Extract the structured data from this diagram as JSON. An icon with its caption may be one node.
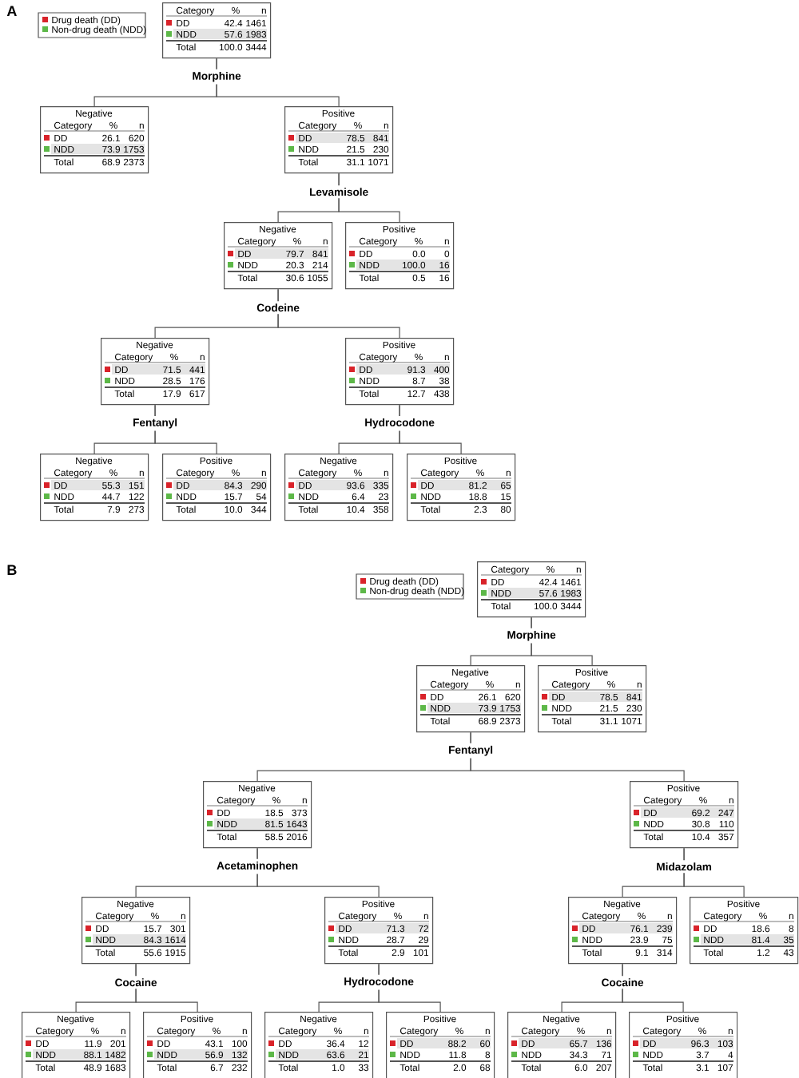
{
  "diagram": {
    "nodes": [
      {
        "text": [
          "Category",
          "%",
          "n",
          "DD",
          "42.4",
          "1461",
          "NDD",
          "57.6",
          "1983",
          "Total",
          "100.0",
          "3444"
        ],
        "beside": [
          "Morphine"
        ]
      },
      {
        "text": [
          "Negative",
          "Category",
          "%",
          "n",
          "DD",
          "26.1",
          "620",
          "NDD",
          "73.9",
          "1753",
          "Total",
          "68.9",
          "2373"
        ]
      },
      {
        "text": [
          "Positive",
          "Category",
          "%",
          "n",
          "DD",
          "78.5",
          "841",
          "NDD",
          "21.5",
          "230",
          "Total",
          "31.1",
          "1071"
        ],
        "beside": [
          "Levamisole"
        ]
      },
      {
        "text": [
          "Negative",
          "Category",
          "%",
          "n",
          "DD",
          "79.7",
          "841",
          "NDD",
          "20.3",
          "214",
          "Total",
          "30.6",
          "1055"
        ],
        "beside": [
          "Codeine"
        ]
      },
      {
        "text": [
          "Positive",
          "Category",
          "%",
          "n",
          "DD",
          "0.0",
          "0",
          "NDD",
          "100.0",
          "16",
          "Total",
          "0.5",
          "16"
        ]
      },
      {
        "text": [
          "Negative",
          "Category",
          "%",
          "n",
          "DD",
          "71.5",
          "441",
          "NDD",
          "28.5",
          "176",
          "Total",
          "17.9",
          "617"
        ],
        "beside": [
          "Fentanyl"
        ]
      },
      {
        "text": [
          "Positive",
          "Category",
          "%",
          "n",
          "DD",
          "91.3",
          "400",
          "NDD",
          "8.7",
          "38",
          "Total",
          "12.7",
          "438"
        ],
        "beside": [
          "Hydrocodone"
        ]
      },
      {
        "text": [
          "Negative",
          "Category",
          "%",
          "n",
          "DD",
          "55.3",
          "151",
          "NDD",
          "44.7",
          "122",
          "Total",
          "7.9",
          "273"
        ]
      },
      {
        "text": [
          "Positive",
          "Category",
          "%",
          "n",
          "DD",
          "84.3",
          "290",
          "NDD",
          "15.7",
          "54",
          "Total",
          "10.0",
          "344"
        ]
      },
      {
        "text": [
          "Negative",
          "Category",
          "%",
          "n",
          "DD",
          "93.6",
          "335",
          "NDD",
          "6.4",
          "23",
          "Total",
          "10.4",
          "358"
        ]
      },
      {
        "text": [
          "Positive",
          "Category",
          "%",
          "n",
          "DD",
          "81.2",
          "65",
          "NDD",
          "18.8",
          "15",
          "Total",
          "2.3",
          "80"
        ]
      },
      {
        "text": [
          "Category",
          "%",
          "n",
          "DD",
          "42.4",
          "1461",
          "NDD",
          "57.6",
          "1983",
          "Total",
          "100.0",
          "3444"
        ],
        "beside": [
          "Morphine"
        ]
      },
      {
        "text": [
          "Negative",
          "Category",
          "%",
          "n",
          "DD",
          "26.1",
          "620",
          "NDD",
          "73.9",
          "1753",
          "Total",
          "68.9",
          "2373"
        ],
        "beside": [
          "Fentanyl"
        ]
      },
      {
        "text": [
          "Positive",
          "Category",
          "%",
          "n",
          "DD",
          "78.5",
          "841",
          "NDD",
          "21.5",
          "230",
          "Total",
          "31.1",
          "1071"
        ]
      },
      {
        "text": [
          "Negative",
          "Category",
          "%",
          "n",
          "DD",
          "18.5",
          "373",
          "NDD",
          "81.5",
          "1643",
          "Total",
          "58.5",
          "2016"
        ],
        "beside": [
          "Acetaminophen"
        ]
      },
      {
        "text": [
          "Positive",
          "Category",
          "%",
          "n",
          "DD",
          "69.2",
          "247",
          "NDD",
          "30.8",
          "110",
          "Total",
          "10.4",
          "357"
        ],
        "beside": [
          "Midazolam"
        ]
      },
      {
        "text": [
          "Negative",
          "Category",
          "%",
          "n",
          "DD",
          "15.7",
          "301",
          "NDD",
          "84.3",
          "1614",
          "Total",
          "55.6",
          "1915"
        ],
        "beside": [
          "Cocaine"
        ]
      },
      {
        "text": [
          "Positive",
          "Category",
          "%",
          "n",
          "DD",
          "71.3",
          "72",
          "NDD",
          "28.7",
          "29",
          "Total",
          "2.9",
          "101"
        ],
        "beside": [
          "Hydrocodone"
        ]
      },
      {
        "text": [
          "Negative",
          "Category",
          "%",
          "n",
          "DD",
          "76.1",
          "239",
          "NDD",
          "23.9",
          "75",
          "Total",
          "9.1",
          "314"
        ],
        "beside": [
          "Cocaine"
        ]
      },
      {
        "text": [
          "Positive",
          "Category",
          "%",
          "n",
          "DD",
          "18.6",
          "8",
          "NDD",
          "81.4",
          "35",
          "Total",
          "1.2",
          "43"
        ]
      },
      {
        "text": [
          "Negative",
          "Category",
          "%",
          "n",
          "DD",
          "11.9",
          "201",
          "NDD",
          "88.1",
          "1482",
          "Total",
          "48.9",
          "1683"
        ]
      },
      {
        "text": [
          "Positive",
          "Category",
          "%",
          "n",
          "DD",
          "43.1",
          "100",
          "NDD",
          "56.9",
          "132",
          "Total",
          "6.7",
          "232"
        ]
      },
      {
        "text": [
          "Negative",
          "Category",
          "%",
          "n",
          "DD",
          "36.4",
          "12",
          "NDD",
          "63.6",
          "21",
          "Total",
          "1.0",
          "33"
        ]
      },
      {
        "text": [
          "Positive",
          "Category",
          "%",
          "n",
          "DD",
          "88.2",
          "60",
          "NDD",
          "11.8",
          "8",
          "Total",
          "2.0",
          "68"
        ]
      },
      {
        "text": [
          "Negative",
          "Category",
          "%",
          "n",
          "DD",
          "65.7",
          "136",
          "NDD",
          "34.3",
          "71",
          "Total",
          "6.0",
          "207"
        ]
      },
      {
        "text": [
          "Positive",
          "Category",
          "%",
          "n",
          "DD",
          "96.3",
          "103",
          "NDD",
          "3.7",
          "4",
          "Total",
          "3.1",
          "107"
        ]
      }
    ],
    "edges": [
      {
        "from": 0,
        "to": 1,
        "arrow": "none"
      },
      {
        "from": 0,
        "to": 2,
        "arrow": "none"
      },
      {
        "from": 2,
        "to": 3,
        "arrow": "none"
      },
      {
        "from": 2,
        "to": 4,
        "arrow": "none"
      },
      {
        "from": 3,
        "to": 5,
        "arrow": "none"
      },
      {
        "from": 3,
        "to": 6,
        "arrow": "none"
      },
      {
        "from": 5,
        "to": 7,
        "arrow": "none"
      },
      {
        "from": 5,
        "to": 8,
        "arrow": "none"
      },
      {
        "from": 6,
        "to": 9,
        "arrow": "none"
      },
      {
        "from": 6,
        "to": 10,
        "arrow": "none"
      },
      {
        "from": 11,
        "to": 12,
        "arrow": "none"
      },
      {
        "from": 11,
        "to": 13,
        "arrow": "none"
      },
      {
        "from": 12,
        "to": 14,
        "arrow": "none"
      },
      {
        "from": 12,
        "to": 15,
        "arrow": "none"
      },
      {
        "from": 14,
        "to": 16,
        "arrow": "none"
      },
      {
        "from": 14,
        "to": 17,
        "arrow": "none"
      },
      {
        "from": 15,
        "to": 18,
        "arrow": "none"
      },
      {
        "from": 15,
        "to": 19,
        "arrow": "none"
      },
      {
        "from": 16,
        "to": 20,
        "arrow": "none"
      },
      {
        "from": 16,
        "to": 21,
        "arrow": "none"
      },
      {
        "from": 17,
        "to": 22,
        "arrow": "none"
      },
      {
        "from": 17,
        "to": 23,
        "arrow": "none"
      },
      {
        "from": 18,
        "to": 24,
        "arrow": "none"
      },
      {
        "from": 18,
        "to": 25,
        "arrow": "none"
      }
    ],
    "labels": [
      "A",
      "B"
    ],
    "legend": [
      {
        "text": "Drug death (DD)",
        "color": "#d9232a"
      },
      {
        "text": "Non-drug death (NDD)",
        "color": "#5db848"
      },
      {
        "text": "Drug death (DD)",
        "color": "#d9232a"
      },
      {
        "text": "Non-drug death (NDD)",
        "color": "#5db848"
      }
    ]
  }
}
